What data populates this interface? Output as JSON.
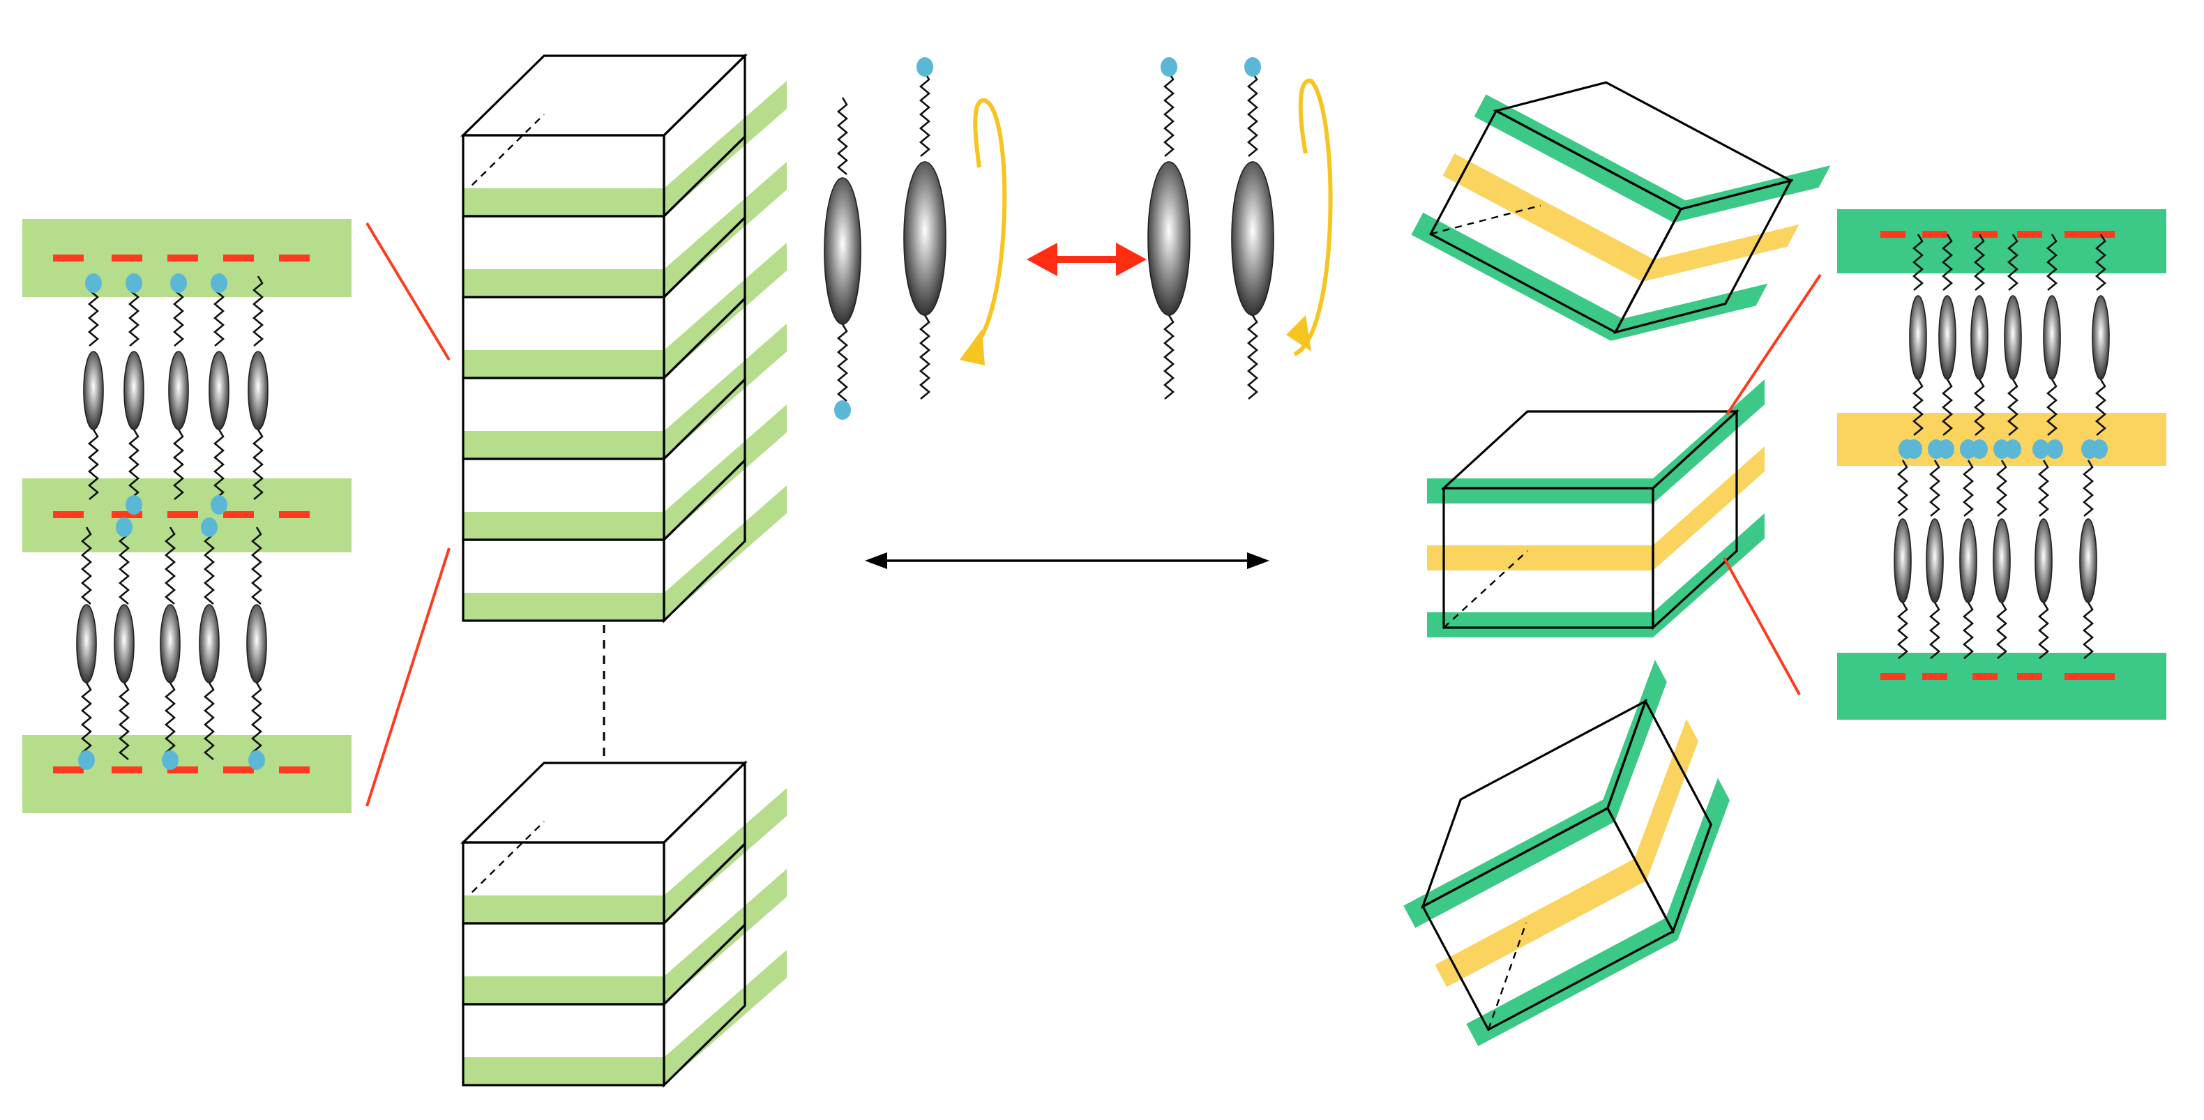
{
  "colors": {
    "background": "#ffffff",
    "light_green_layer": "#b5dd8c",
    "dark_green_layer": "#3cc886",
    "yellow_layer": "#fbd35f",
    "red_dash": "#ff3a1e",
    "blue_headgroup": "#5ab8d6",
    "rotation_arrow": "#f7c521",
    "exchange_arrow": "#ff2d12",
    "outline": "#000000",
    "callout_line": "#ff3a1e"
  },
  "icons": {
    "mesogen": "ellipsoid-shaded-molecule",
    "alkyl_chain": "zigzag-chain",
    "headgroup": "blue-dot",
    "rotation": "curved-arrow",
    "exchange": "double-headed-arrow"
  },
  "panels": [
    "bilayer-detail-left",
    "stacked-lamellar-cube",
    "molecule-exchange",
    "tilted-cube-stack",
    "interdigitated-detail-right"
  ]
}
